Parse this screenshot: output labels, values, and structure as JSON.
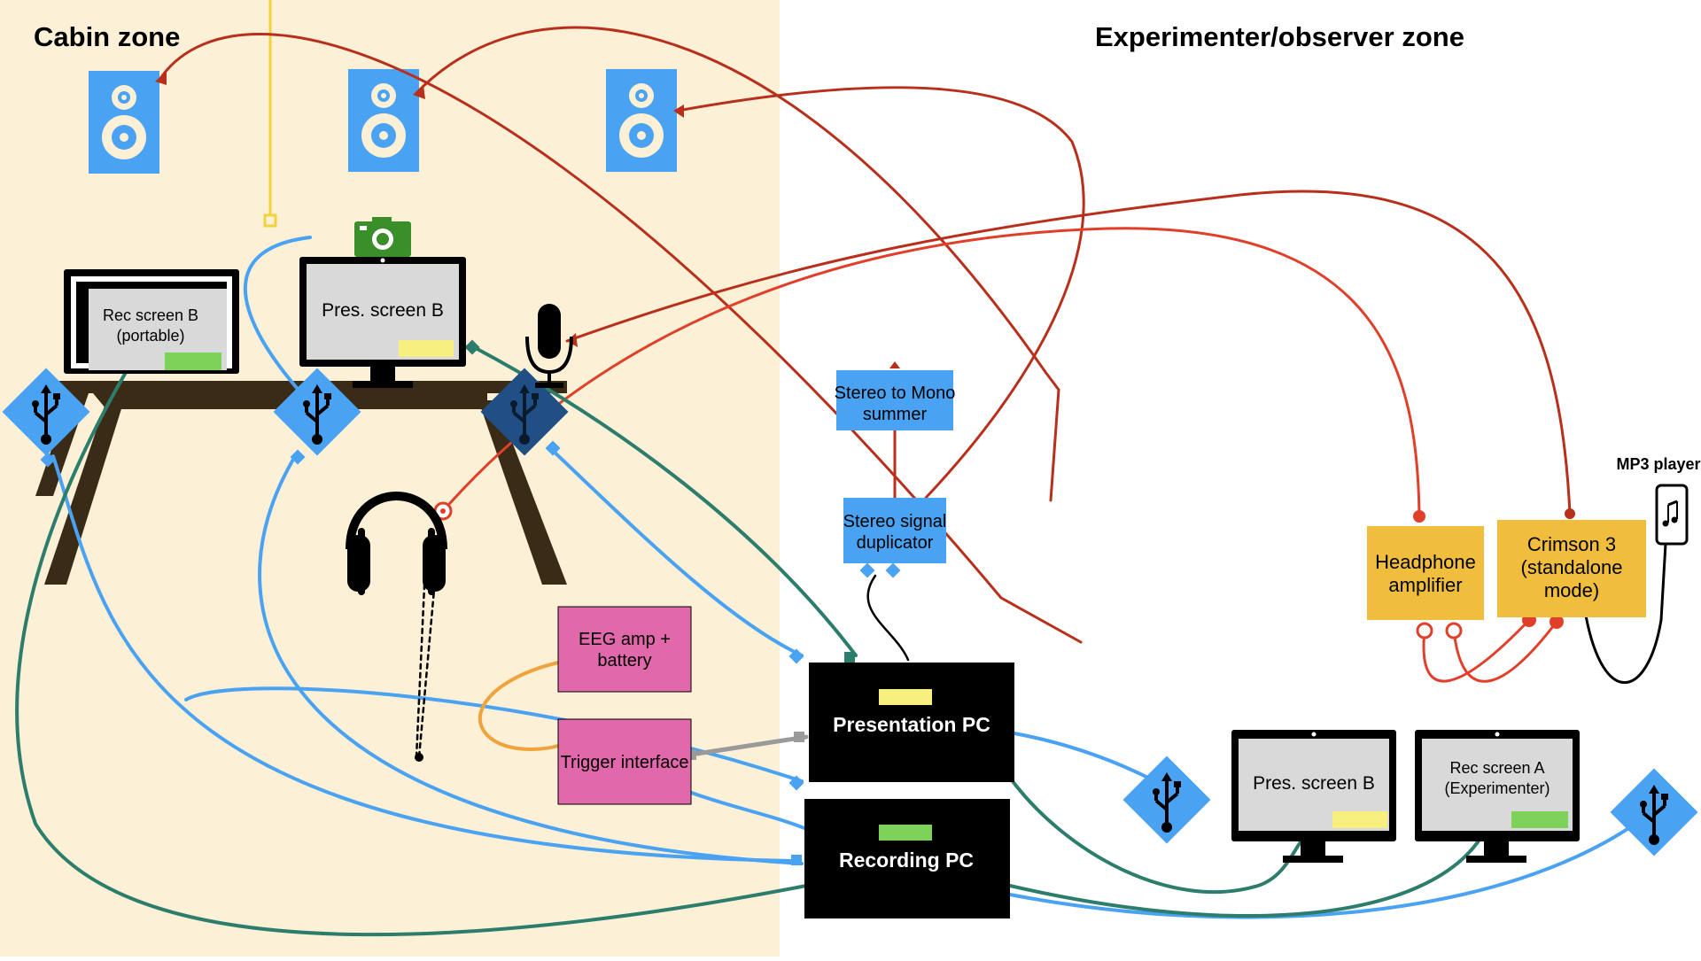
{
  "zones": {
    "cabin": {
      "title": "Cabin zone"
    },
    "experimenter": {
      "title": "Experimenter/observer zone"
    }
  },
  "devices": {
    "stereo_to_mono": {
      "line1": "Stereo to Mono",
      "line2": "summer"
    },
    "stereo_dup": {
      "line1": "Stereo signal",
      "line2": "duplicator"
    },
    "headphone_amp": {
      "line1": "Headphone",
      "line2": "amplifier"
    },
    "crimson": {
      "line1": "Crimson 3",
      "line2": "(standalone",
      "line3": "mode)"
    },
    "mp3": {
      "label": "MP3 player"
    },
    "eeg": {
      "line1": "EEG amp +",
      "line2": "battery"
    },
    "trigger": {
      "label": "Trigger interface"
    },
    "presentation_pc": {
      "label": "Presentation PC"
    },
    "recording_pc": {
      "label": "Recording PC"
    },
    "rec_screen_b": {
      "line1": "Rec screen B",
      "line2": "(portable)"
    },
    "pres_screen_b_cabin": {
      "label": "Pres. screen B"
    },
    "pres_screen_b_exp": {
      "label": "Pres. screen B"
    },
    "rec_screen_a": {
      "line1": "Rec screen A",
      "line2": "(Experimenter)"
    }
  },
  "colors": {
    "cabin_bg": "#fcf0d6",
    "usb_blue": "#4aa2f2",
    "usb_dark": "#1f4f84",
    "speaker_blue": "#4aa2f2",
    "proc_blue": "#4aa2f2",
    "amp_yellow": "#f0be3c",
    "eeg_pink": "#e068ab",
    "cable_darkred": "#b8301c",
    "cable_red": "#e0402a",
    "cable_teal": "#2d7d6d",
    "cable_orange": "#f0a33c",
    "cable_gray": "#9a9a9a",
    "marker_yellow": "#f7ef7e",
    "marker_green": "#7dd35a"
  },
  "icons": {
    "speakers": "speaker-icon",
    "camera": "camera-icon",
    "microphone": "microphone-icon",
    "headphones": "headphones-icon",
    "usb": "usb-hub-icon",
    "music": "music-note-icon"
  }
}
